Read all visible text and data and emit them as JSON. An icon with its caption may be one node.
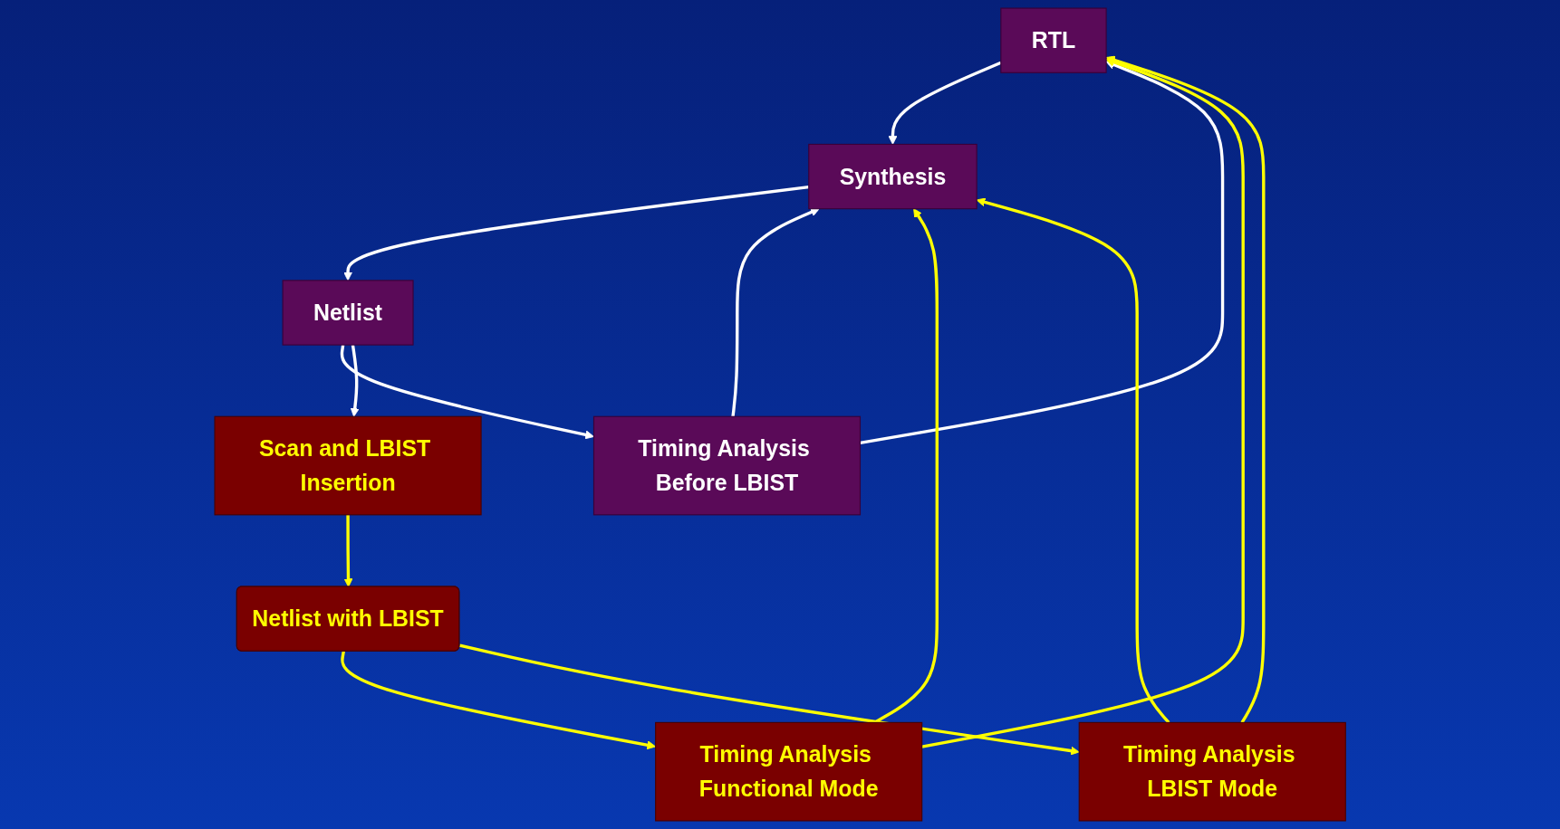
{
  "diagram": {
    "nodes": [
      {
        "text": [
          "RTL"
        ]
      },
      {
        "text": [
          "Synthesis"
        ]
      },
      {
        "text": [
          "Netlist"
        ]
      },
      {
        "text": [
          "Timing Analysis Before LBIST"
        ]
      },
      {
        "text": [
          "Scan and LBIST Insertion"
        ]
      },
      {
        "text": [
          "Netlist with LBIST"
        ]
      },
      {
        "text": [
          "Timing Analysis Functional Mode"
        ]
      },
      {
        "text": [
          "Timing Analysis LBIST Mode"
        ]
      }
    ],
    "edges": [
      {
        "from": 0,
        "to": 1,
        "arrow": "to",
        "color": "#ffffff"
      },
      {
        "from": 1,
        "to": 2,
        "arrow": "to",
        "color": "#ffffff"
      },
      {
        "from": 2,
        "to": 3,
        "arrow": "to",
        "color": "#ffffff"
      },
      {
        "from": 3,
        "to": 0,
        "arrow": "to",
        "color": "#ffffff"
      },
      {
        "from": 3,
        "to": 1,
        "arrow": "to",
        "color": "#ffffff"
      },
      {
        "from": 2,
        "to": 4,
        "arrow": "to",
        "color": "#ffffff"
      },
      {
        "from": 4,
        "to": 5,
        "arrow": "to",
        "color": "#ffff00"
      },
      {
        "from": 5,
        "to": 6,
        "arrow": "to",
        "color": "#ffff00"
      },
      {
        "from": 5,
        "to": 7,
        "arrow": "to",
        "color": "#ffff00"
      },
      {
        "from": 6,
        "to": 0,
        "arrow": "to",
        "color": "#ffff00"
      },
      {
        "from": 6,
        "to": 1,
        "arrow": "to",
        "color": "#ffff00"
      },
      {
        "from": 7,
        "to": 0,
        "arrow": "to",
        "color": "#ffff00"
      },
      {
        "from": 7,
        "to": 1,
        "arrow": "to",
        "color": "#ffff00"
      }
    ]
  }
}
